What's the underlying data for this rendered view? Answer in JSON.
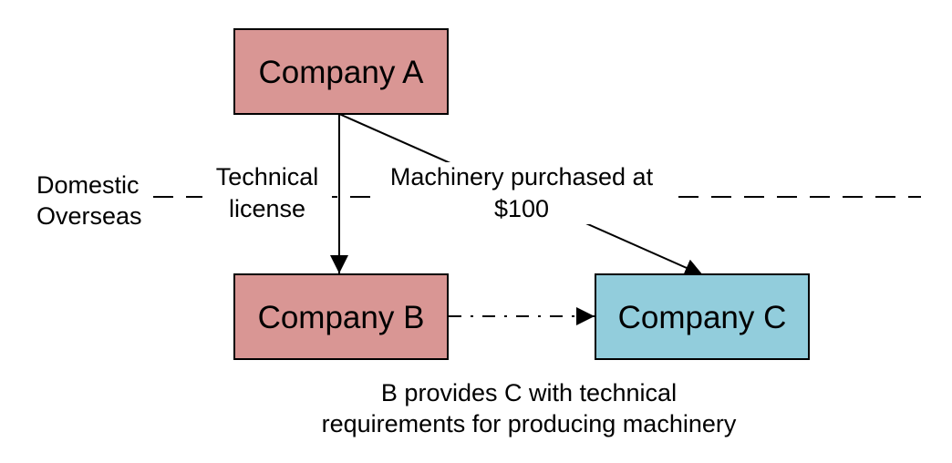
{
  "nodes": {
    "company_a": {
      "label": "Company A",
      "fill": "#d99694"
    },
    "company_b": {
      "label": "Company B",
      "fill": "#d99694"
    },
    "company_c": {
      "label": "Company C",
      "fill": "#92cddc"
    }
  },
  "edges": {
    "a_to_b": {
      "label_line1": "Technical",
      "label_line2": "license"
    },
    "a_to_c": {
      "label_line1": "Machinery purchased at",
      "label_line2": "$100"
    },
    "b_to_c": {
      "style": "dash-dot"
    }
  },
  "boundary": {
    "upper_label": "Domestic",
    "lower_label": "Overseas"
  },
  "caption": {
    "line1": "B provides C with technical",
    "line2": "requirements for producing machinery"
  },
  "colors": {
    "stroke": "#000000",
    "pink": "#d99694",
    "blue": "#92cddc"
  }
}
